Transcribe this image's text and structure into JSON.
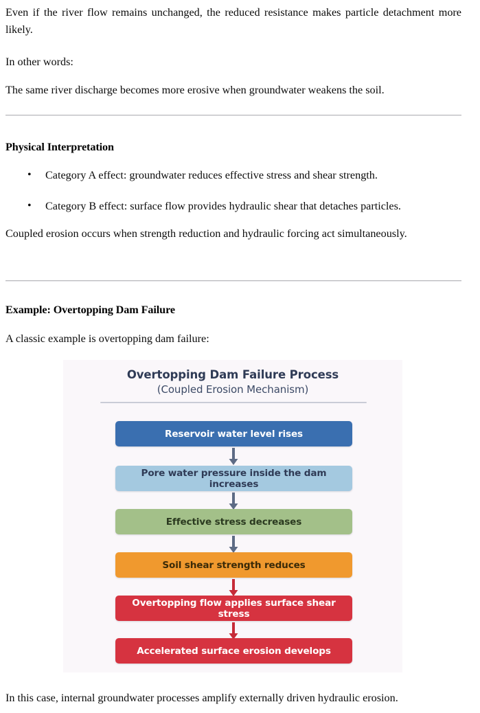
{
  "document": {
    "paragraphs": [
      {
        "id": "p1",
        "text": "Even if the river flow remains unchanged, the reduced resistance makes particle detachment more likely."
      },
      {
        "id": "p2",
        "text": "In other words:"
      },
      {
        "id": "p3",
        "text": "The same river discharge becomes more erosive when groundwater weakens the soil."
      }
    ],
    "section_physical": {
      "heading": "Physical Interpretation",
      "bullets": [
        {
          "marker": "•",
          "text": "Category A effect: groundwater reduces effective stress and shear strength."
        },
        {
          "marker": "•",
          "text": "Category B effect: surface flow provides hydraulic shear that detaches particles."
        }
      ],
      "closing": "Coupled erosion occurs when strength reduction and hydraulic forcing act simultaneously."
    },
    "section_example": {
      "heading": "Example: Overtopping Dam Failure",
      "intro": "A classic example is overtopping dam failure:"
    },
    "closing_note": "In this case, internal groundwater processes amplify externally driven hydraulic erosion."
  },
  "figure": {
    "title": "Overtopping Dam Failure Process",
    "subtitle": "(Coupled Erosion Mechanism)",
    "background_color": "#faf7fa",
    "title_color": "#2f3b56",
    "divider_color": "#c9ccd6",
    "steps": [
      {
        "label": "Reservoir water level rises",
        "fill": "#3a6fb0",
        "text_color": "#ffffff"
      },
      {
        "label": "Pore water pressure inside the dam increases",
        "fill": "#a4c9e0",
        "text_color": "#2f3b56"
      },
      {
        "label": "Effective stress decreases",
        "fill": "#a3c089",
        "text_color": "#2b3a20"
      },
      {
        "label": "Soil shear strength reduces",
        "fill": "#f0992e",
        "text_color": "#3a2a08"
      },
      {
        "label": "Overtopping flow applies surface shear stress",
        "fill": "#d63340",
        "text_color": "#ffffff"
      },
      {
        "label": "Accelerated surface erosion develops",
        "fill": "#d63340",
        "text_color": "#ffffff"
      }
    ],
    "connectors": [
      {
        "name": "arrow-1",
        "color": "#5d6b85"
      },
      {
        "name": "arrow-2",
        "color": "#5d6b85"
      },
      {
        "name": "arrow-3",
        "color": "#5d6b85"
      },
      {
        "name": "arrow-4",
        "color": "#c62b38"
      },
      {
        "name": "arrow-5",
        "color": "#c62b38"
      }
    ]
  }
}
